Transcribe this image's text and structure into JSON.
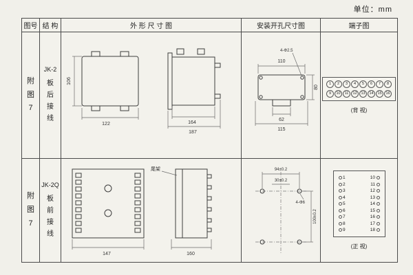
{
  "unit_label": "单位：mm",
  "headers": {
    "fig": "图号",
    "structure": "结 构",
    "outline": "外 形 尺 寸 图",
    "mounting": "安装开孔尺寸图",
    "terminal": "端子图"
  },
  "row1": {
    "fig_chars": [
      "附",
      "图",
      "7"
    ],
    "model": "JK-2",
    "wiring_chars": [
      "板",
      "后",
      "接",
      "线"
    ],
    "outline": {
      "height": "106",
      "width": "122",
      "depth_inner": "164",
      "depth_total": "187"
    },
    "mounting": {
      "width_top": "110",
      "holes_note": "4-Φ2.5",
      "height_right": "80",
      "width_inner": "62",
      "width_total": "115"
    },
    "terminal": {
      "top": [
        "1",
        "2",
        "3",
        "4",
        "5",
        "6",
        "7",
        "8"
      ],
      "bottom": [
        "9",
        "10",
        "11",
        "12",
        "13",
        "14",
        "15",
        "16"
      ],
      "view_label": "(背 视)"
    }
  },
  "row2": {
    "fig_chars": [
      "附",
      "图",
      "7"
    ],
    "model": "JK-2Q",
    "wiring_chars": [
      "板",
      "前",
      "接",
      "线"
    ],
    "outline": {
      "width": "147",
      "depth": "160",
      "bracket_label": "尾架"
    },
    "mounting": {
      "width_outer": "94±0.2",
      "width_inner": "30±0.2",
      "holes_note": "4-Φ6",
      "height": "100±0.2"
    },
    "terminal": {
      "left": [
        "1",
        "2",
        "3",
        "4",
        "5",
        "6",
        "7",
        "8",
        "9"
      ],
      "right": [
        "10",
        "11",
        "12",
        "13",
        "14",
        "15",
        "16",
        "17",
        "18"
      ],
      "view_label": "(正 视)"
    }
  }
}
